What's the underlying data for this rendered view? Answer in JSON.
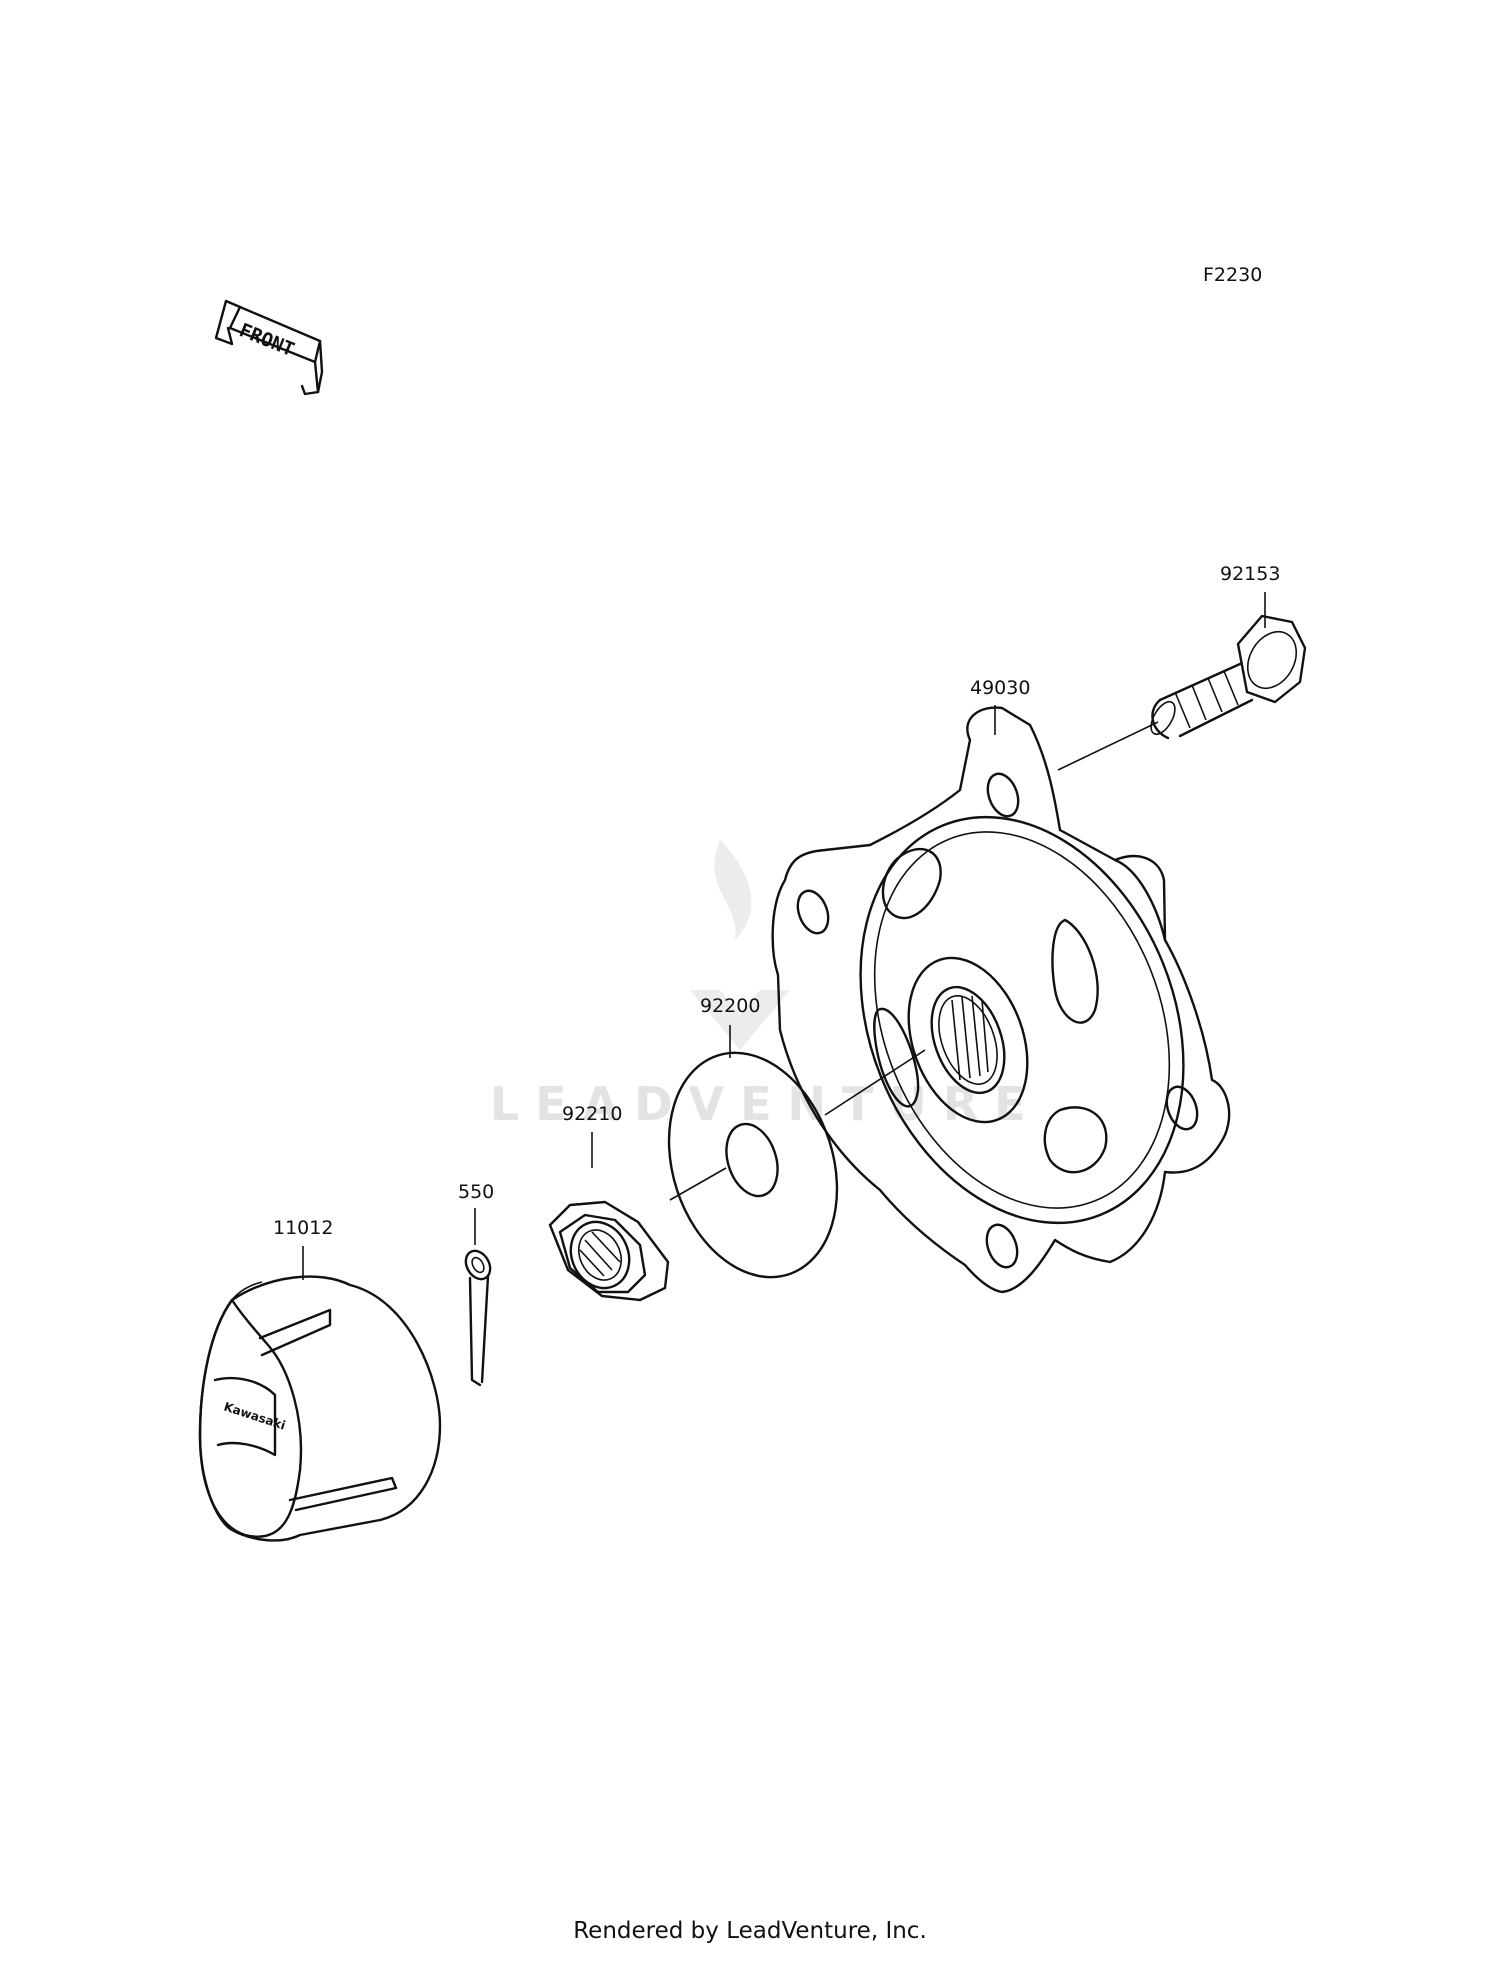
{
  "diagram_id": "F2230",
  "front_label": "FRONT",
  "watermark": "LEADVENTURE",
  "parts": [
    {
      "number": "92153"
    },
    {
      "number": "49030"
    },
    {
      "number": "92200"
    },
    {
      "number": "92210"
    },
    {
      "number": "550"
    },
    {
      "number": "11012"
    }
  ],
  "footer": "Rendered by LeadVenture, Inc."
}
